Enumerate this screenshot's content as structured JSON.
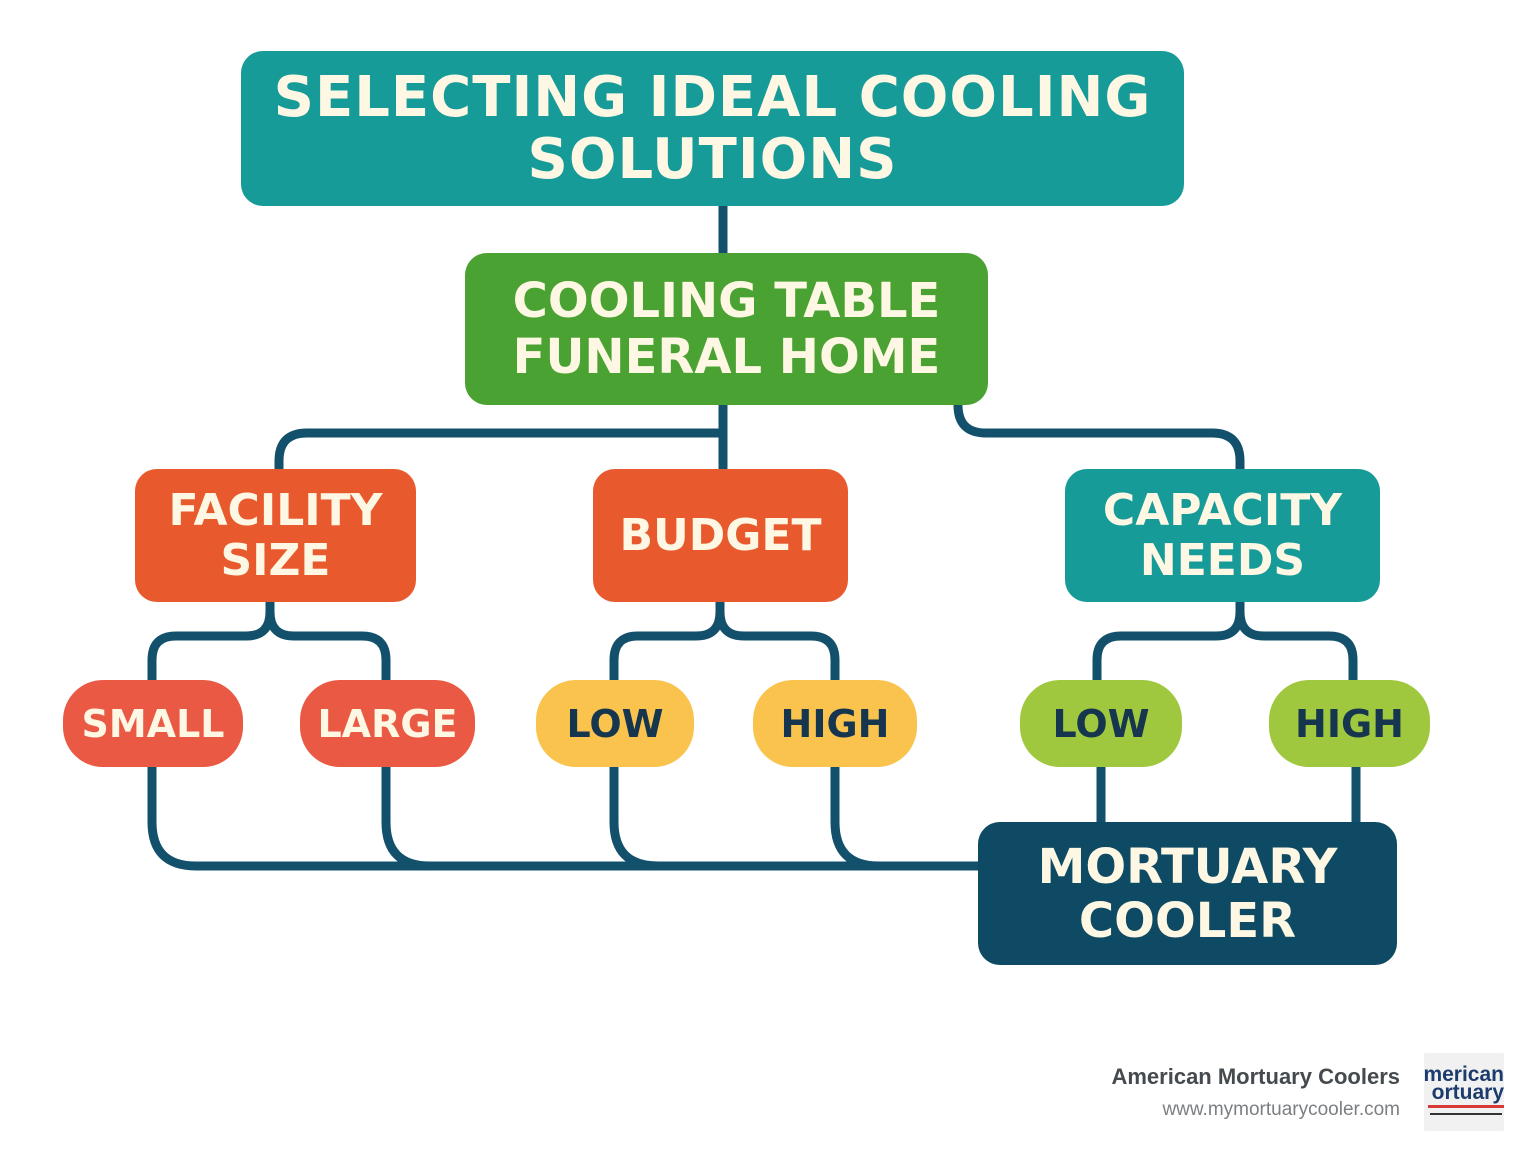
{
  "title": {
    "line1": "Selecting Ideal Cooling",
    "line2": "Solutions"
  },
  "subtitle_node": {
    "line1": "Cooling Table",
    "line2": "Funeral Home"
  },
  "factors": {
    "facility": {
      "line1": "Facility",
      "line2": "Size"
    },
    "budget": {
      "line1": "Budget"
    },
    "capacity": {
      "line1": "Capacity",
      "line2": "Needs"
    }
  },
  "options": {
    "facility_small": "Small",
    "facility_large": "Large",
    "budget_low": "Low",
    "budget_high": "High",
    "capacity_low": "Low",
    "capacity_high": "High"
  },
  "result": {
    "line1": "Mortuary",
    "line2": "Cooler"
  },
  "branding": {
    "company": "American Mortuary Coolers",
    "url": "www.mymortuarycooler.com",
    "logo_text_1": "merican",
    "logo_text_2": "ortuary"
  },
  "colors": {
    "connector": "#13506b",
    "teal": "#169b98",
    "green": "#4aa233",
    "orange": "#e85a2d",
    "red": "#ea5944",
    "yellow": "#f9c34d",
    "lime": "#9fc83e",
    "navy": "#0e4a63",
    "text_light": "#fdf7e3",
    "text_dark": "#15364e"
  }
}
